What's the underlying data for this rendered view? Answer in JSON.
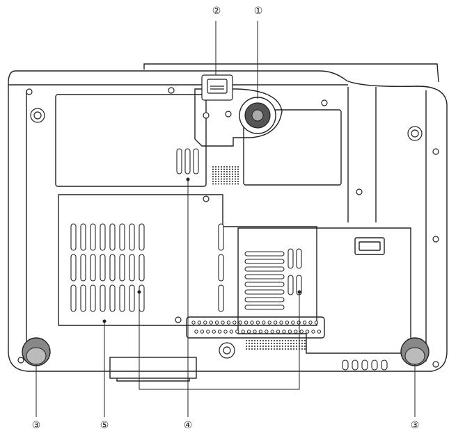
{
  "diagram": {
    "subject": "projector-bottom-view",
    "callouts": {
      "top_left": "②",
      "top_right": "①",
      "bottom_left": "③",
      "bottom_left_middle": "⑤",
      "bottom_middle": "④",
      "bottom_right": "③"
    },
    "colors": {
      "stroke": "#222222",
      "fill": "#ffffff",
      "dark": "#444444"
    }
  }
}
